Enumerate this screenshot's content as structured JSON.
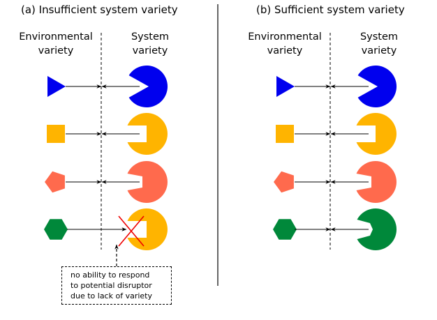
{
  "panels": [
    {
      "title": "(a) Insufficient system variety",
      "env_label": [
        "Environmental",
        "variety"
      ],
      "sys_label": [
        "System",
        "variety"
      ]
    },
    {
      "title": "(b) Sufficient system variety",
      "env_label": [
        "Environmental",
        "variety"
      ],
      "sys_label": [
        "System",
        "variety"
      ]
    }
  ],
  "note": [
    "no ability to respond",
    "to potential disruptor",
    "due to lack of variety"
  ],
  "colors": {
    "blue": "#0000ee",
    "yellow": "#ffb400",
    "salmon": "#ff6a4d",
    "green": "#00883a",
    "cross": "#ee0000"
  },
  "rows": [
    {
      "disruptor": "triangle",
      "color": "blue",
      "responder_a": "blue",
      "matched_a": true,
      "responder_b": "blue",
      "matched_b": true
    },
    {
      "disruptor": "square",
      "color": "yellow",
      "responder_a": "yellow",
      "matched_a": true,
      "responder_b": "yellow",
      "matched_b": true
    },
    {
      "disruptor": "pentagon",
      "color": "salmon",
      "responder_a": "salmon",
      "matched_a": true,
      "responder_b": "salmon",
      "matched_b": true
    },
    {
      "disruptor": "hexagon",
      "color": "green",
      "responder_a": "yellow",
      "matched_a": false,
      "responder_b": "green",
      "matched_b": true
    }
  ]
}
